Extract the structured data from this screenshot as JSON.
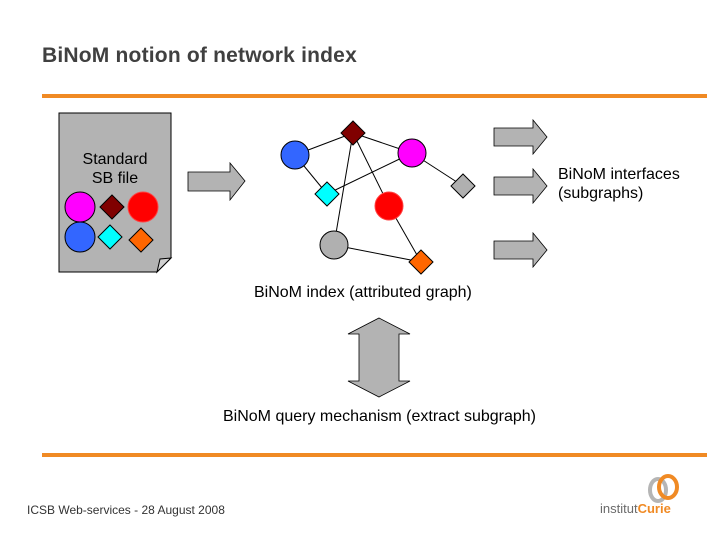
{
  "slide": {
    "title": "BiNoM notion of network index",
    "accent_color": "#f08a24"
  },
  "diagram": {
    "sb_file": {
      "label_line1": "Standard",
      "label_line2": "SB file",
      "icon": "document-icon",
      "shapes": [
        {
          "shape": "circle",
          "color": "#ff00ff"
        },
        {
          "shape": "diamond",
          "color": "#800000"
        },
        {
          "shape": "circle",
          "color": "#ff0000"
        },
        {
          "shape": "circle",
          "color": "#3366ff"
        },
        {
          "shape": "diamond",
          "color": "#00ffff"
        },
        {
          "shape": "diamond",
          "color": "#ff6600"
        }
      ]
    },
    "index_graph": {
      "label": "BiNoM index (attributed graph)",
      "nodes": [
        {
          "id": "n1",
          "shape": "diamond",
          "color": "#800000"
        },
        {
          "id": "n2",
          "shape": "circle",
          "color": "#3366ff"
        },
        {
          "id": "n3",
          "shape": "circle",
          "color": "#ff00ff"
        },
        {
          "id": "n4",
          "shape": "diamond",
          "color": "#00ffff"
        },
        {
          "id": "n5",
          "shape": "diamond",
          "color": "#b0b0b0"
        },
        {
          "id": "n6",
          "shape": "circle",
          "color": "#ff0000"
        },
        {
          "id": "n7",
          "shape": "circle",
          "color": "#b0b0b0"
        },
        {
          "id": "n8",
          "shape": "diamond",
          "color": "#ff6600"
        }
      ],
      "edges": [
        [
          "n1",
          "n2"
        ],
        [
          "n1",
          "n3"
        ],
        [
          "n1",
          "n6"
        ],
        [
          "n1",
          "n7"
        ],
        [
          "n2",
          "n4"
        ],
        [
          "n4",
          "n3"
        ],
        [
          "n3",
          "n5"
        ],
        [
          "n6",
          "n8"
        ],
        [
          "n7",
          "n8"
        ]
      ]
    },
    "interfaces": {
      "label_line1": "BiNoM interfaces",
      "label_line2": "(subgraphs)",
      "arrow_count": 3
    },
    "query": {
      "label": "BiNoM query mechanism (extract subgraph)"
    }
  },
  "footer": {
    "text": "ICSB Web-services - 28 August 2008"
  },
  "logo": {
    "prefix": "institut",
    "name": "Curie"
  }
}
